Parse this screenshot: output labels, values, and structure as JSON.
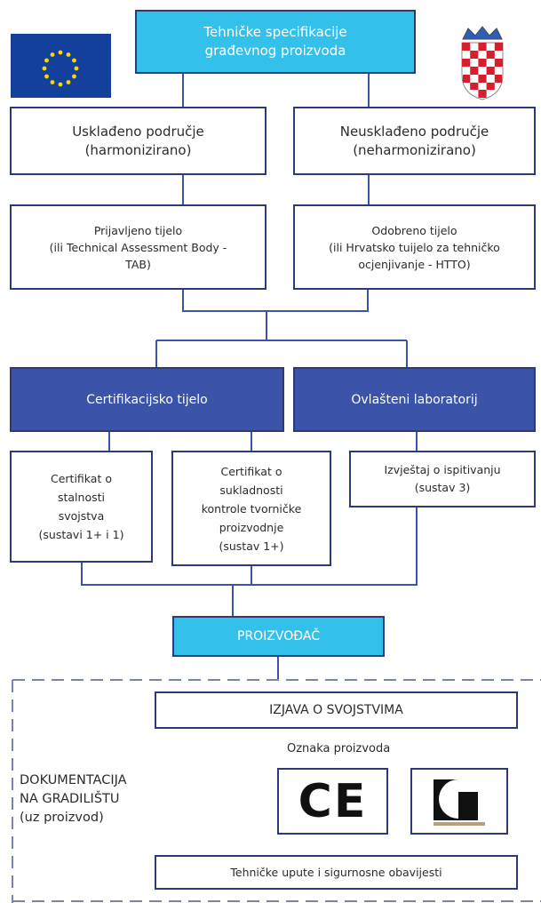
{
  "header": {
    "title": "Tehničke specifikacije\ngrađevnog proizvoda"
  },
  "harmonized": {
    "title": "Usklađeno područje\n(harmonizirano)"
  },
  "non_harmonized": {
    "title": "Neusklađeno područje\n(neharmonizirano)"
  },
  "notified_body": {
    "text": "Prijavljeno tijelo\n(ili Technical Assessment Body -\nTAB)"
  },
  "approved_body": {
    "text": "Odobreno tijelo\n(ili Hrvatsko tuijelo za tehničko\nocjenjivanje - HTTO)"
  },
  "cert_body": {
    "text": "Certifikacijsko tijelo"
  },
  "lab": {
    "text": "Ovlašteni laboratorij"
  },
  "cert_constancy": {
    "text": "Certifikat o\nstalnosti\nsvojstva\n(sustavi 1+ i 1)"
  },
  "cert_conformity": {
    "text": "Certifikat o\nsukladnosti\nkontrole tvorničke\nproizvodnje\n(sustav 1+)"
  },
  "test_report": {
    "text": "Izvještaj o ispitivanju\n(sustav 3)"
  },
  "manufacturer": {
    "text": "PROIZVOĐAČ"
  },
  "declaration": {
    "text": "IZJAVA O SVOJSTVIMA"
  },
  "product_mark": {
    "label": "Oznaka proizvoda"
  },
  "documentation": {
    "label": "DOKUMENTACIJA\nNA GRADILIŠTU\n(uz proizvod)"
  },
  "instructions": {
    "text": "Tehničke upute i sigurnosne obavijesti"
  },
  "ce_mark": {
    "text": "CE"
  },
  "colors": {
    "navy": "#2e3a78",
    "blue": "#3b53a8",
    "cyan": "#33c1ec",
    "eu_blue": "#12409a",
    "eu_star": "#ffd500"
  }
}
